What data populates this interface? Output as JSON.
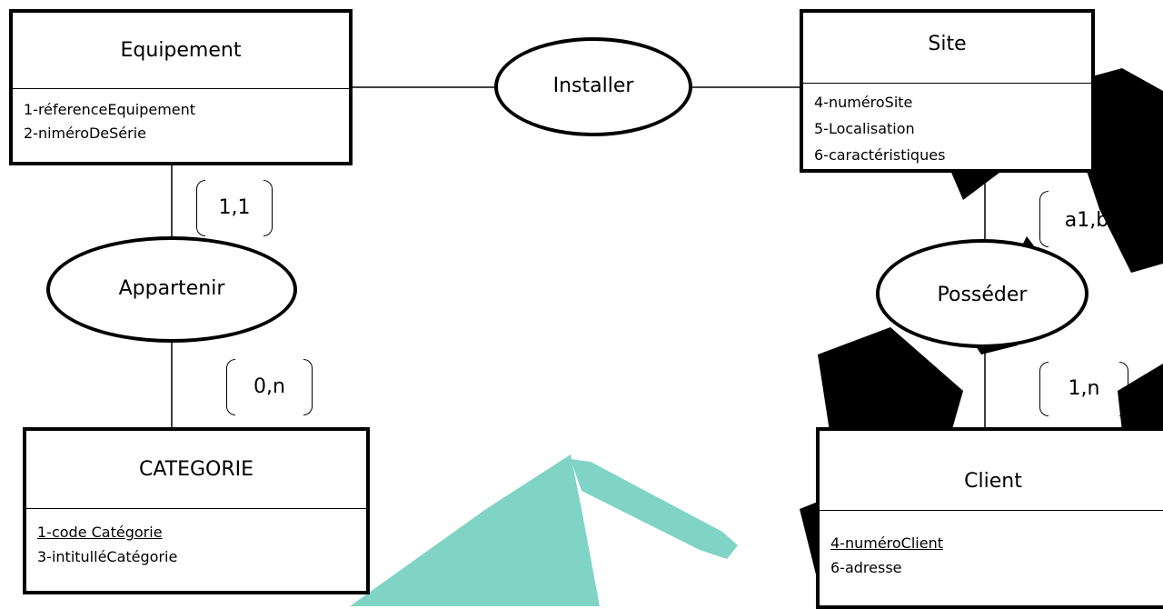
{
  "entities": {
    "equipement": {
      "title": "Equipement",
      "attributes": [
        "1-réferenceEquipement",
        "2-niméroDeSérie"
      ]
    },
    "site": {
      "title": "Site",
      "attributes": [
        "4-numéroSite",
        "5-Localisation",
        "6-caractéristiques"
      ]
    },
    "categorie": {
      "title": "CATEGORIE",
      "attributes": [
        "1-code Catégorie",
        "3-intitulléCatégorie"
      ]
    },
    "client": {
      "title": "Client",
      "attributes": [
        "4-numéroClient",
        "6-adresse"
      ]
    }
  },
  "relations": {
    "installer": "Installer",
    "appartenir": "Appartenir",
    "posseder": "Posséder"
  },
  "cardinalities": {
    "appartenir_equipement": "1,1",
    "appartenir_categorie": "0,n",
    "posseder_site": "a1,b1",
    "posseder_client": "1,n"
  },
  "colors": {
    "line": "#000000",
    "watermark_dark": "#000000",
    "watermark_teal": "#7fd4c6"
  },
  "icons": {
    "watermark": "graduation-cap-watermark-icon"
  }
}
